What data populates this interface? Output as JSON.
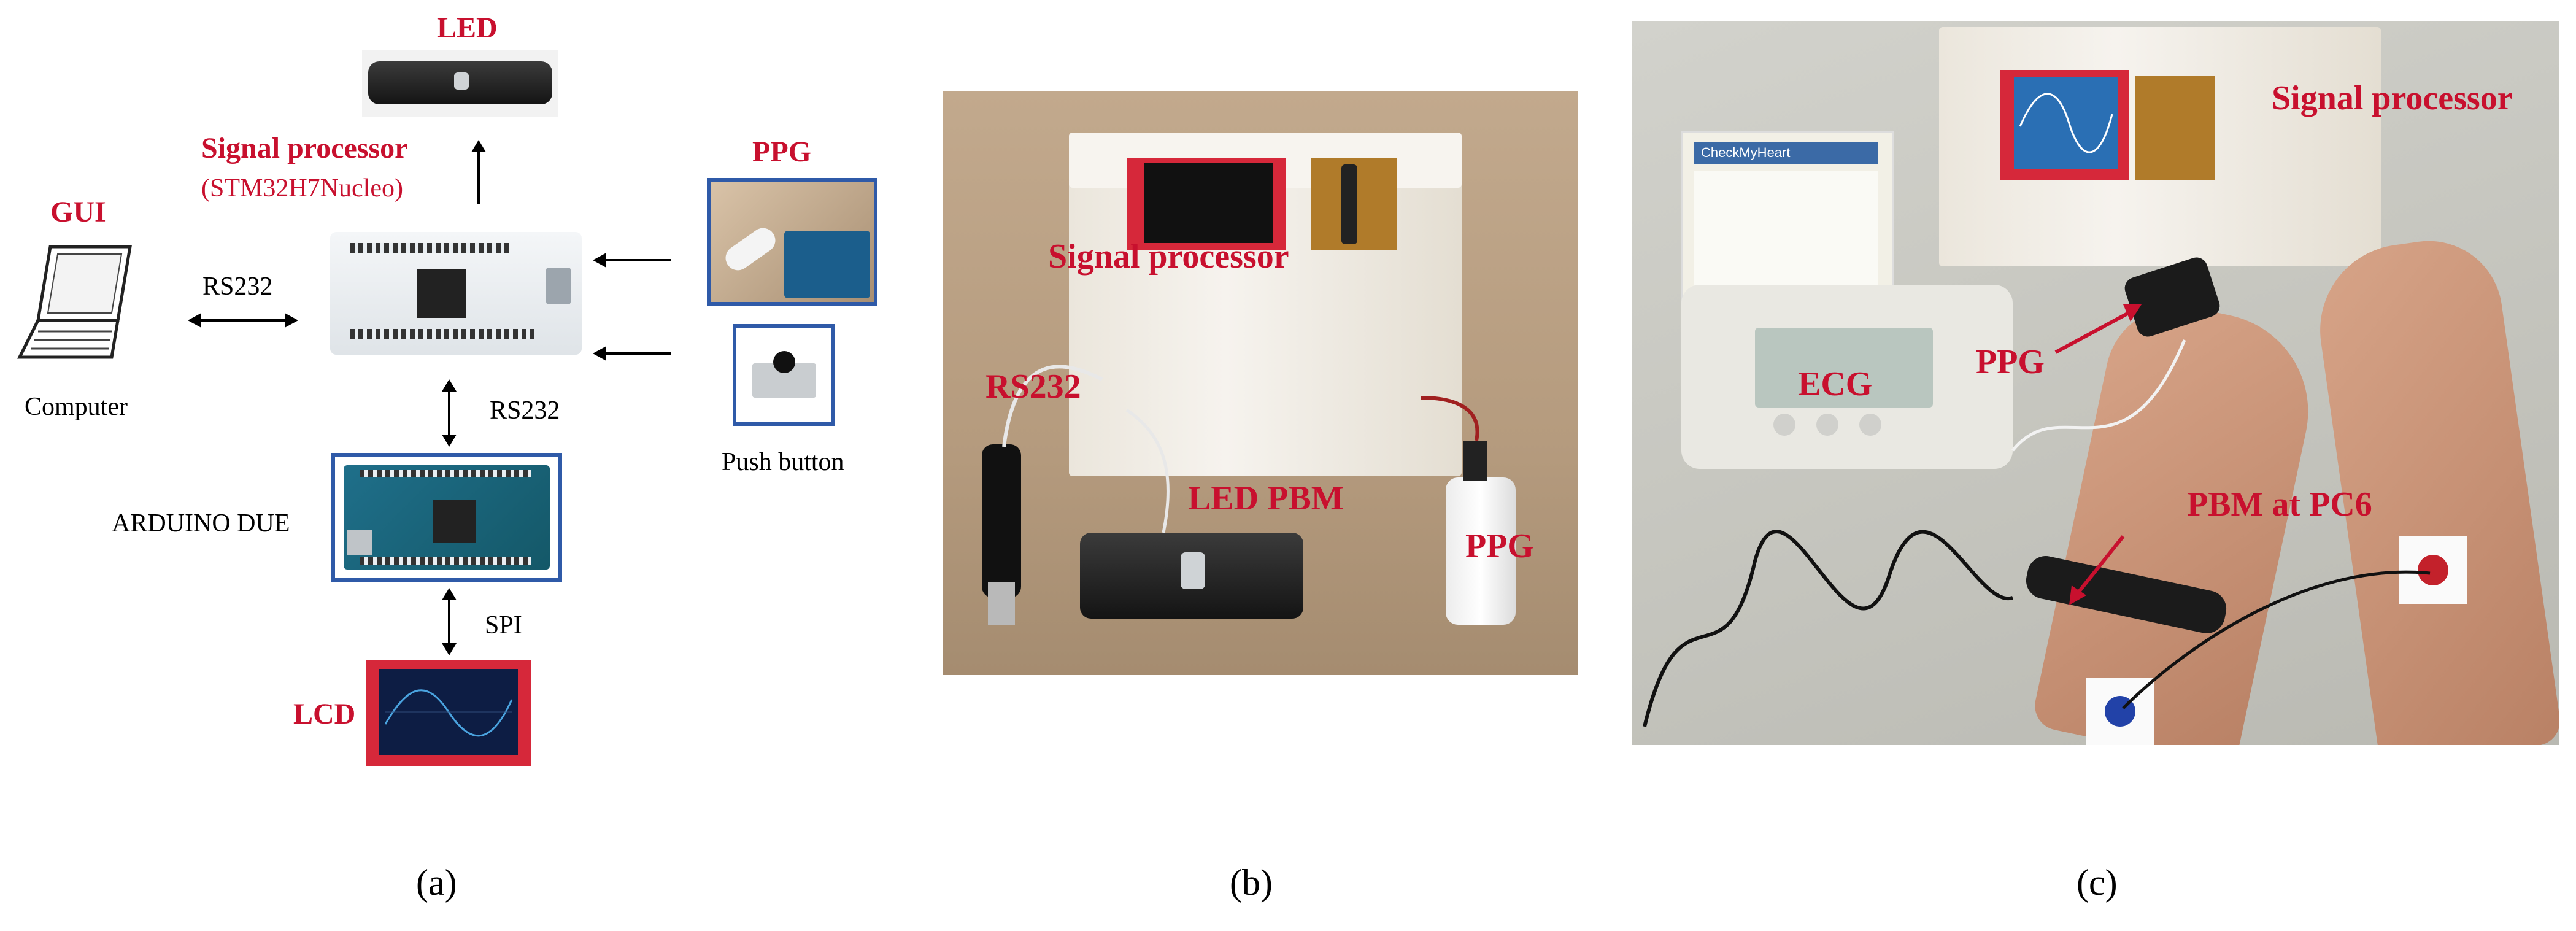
{
  "panel_a": {
    "labels": {
      "led": "LED",
      "gui": "GUI",
      "computer": "Computer",
      "signal_processor": "Signal processor",
      "signal_processor_model": "(STM32H7Nucleo)",
      "ppg": "PPG",
      "push_button": "Push button",
      "rs232_left": "RS232",
      "rs232_down": "RS232",
      "arduino_due": "ARDUINO DUE",
      "spi": "SPI",
      "lcd": "LCD"
    },
    "caption": "(a)"
  },
  "panel_b": {
    "labels": {
      "signal_processor": "Signal processor",
      "rs232": "RS232",
      "led_pbm": "LED PBM",
      "ppg": "PPG"
    },
    "caption": "(b)"
  },
  "panel_c": {
    "labels": {
      "signal_processor": "Signal processor",
      "ppg": "PPG",
      "ecg": "ECG",
      "pbm_at_pc6": "PBM at PC6"
    },
    "device_text": "CheckMyHeart",
    "caption": "(c)"
  },
  "colors": {
    "label_red": "#c8102e",
    "frame_blue": "#2f5aa8"
  }
}
